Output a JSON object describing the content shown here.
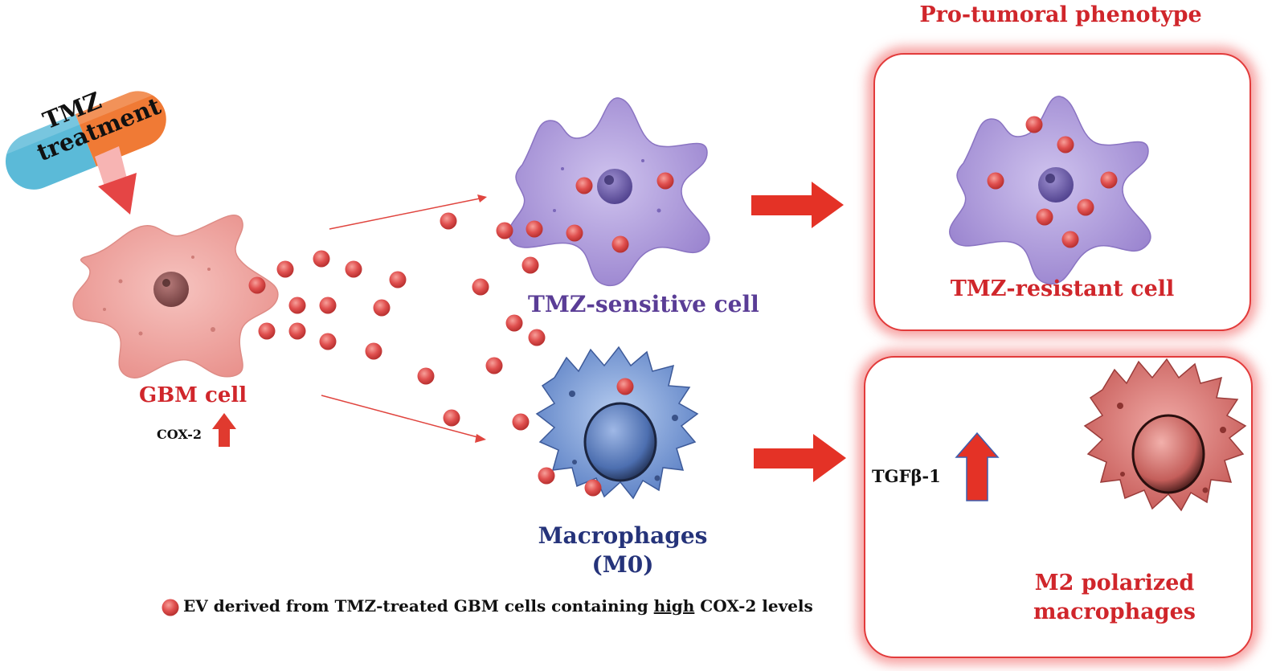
{
  "pill": {
    "line1": "TMZ",
    "line2": "treatment"
  },
  "gbm": {
    "label": "GBM cell",
    "marker": "COX-2",
    "marker_arrow_icon": "up-arrow-icon"
  },
  "sensitive": {
    "label": "TMZ-sensitive cell"
  },
  "macrophage": {
    "line1": "Macrophages",
    "line2": "(M0)"
  },
  "header": {
    "title": "Pro-tumoral phenotype"
  },
  "resistant": {
    "label": "TMZ-resistant cell"
  },
  "m2": {
    "marker": "TGFβ-1",
    "line1": "M2 polarized",
    "line2": "macrophages"
  },
  "legend": {
    "text_before": "EV derived from TMZ-treated GBM cells containing ",
    "text_emph": "high",
    "text_after": " COX-2 levels"
  },
  "colors": {
    "accent_red": "#d0262b",
    "ev_red": "#e0504f",
    "gbm_pink": "#f2a3a0",
    "sensitive_purple": "#a894d8",
    "macrophage_blue": "#6a8fcf",
    "m2_red": "#d97370",
    "pill_blue": "#5bbad8",
    "pill_orange": "#f07a35"
  }
}
